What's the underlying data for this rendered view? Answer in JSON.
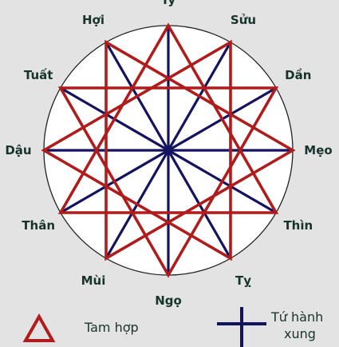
{
  "diagram": {
    "branches": [
      "Tý",
      "Sửu",
      "Dần",
      "Mẹo",
      "Thìn",
      "Tỵ",
      "Ngọ",
      "Mùi",
      "Thân",
      "Dậu",
      "Tuất",
      "Hợi"
    ],
    "tam_hop_groups": [
      [
        "Tý",
        "Thìn",
        "Thân"
      ],
      [
        "Sửu",
        "Tỵ",
        "Dậu"
      ],
      [
        "Dần",
        "Ngọ",
        "Tuất"
      ],
      [
        "Mẹo",
        "Mùi",
        "Hợi"
      ]
    ],
    "tu_hanh_xung_groups": [
      [
        "Tý",
        "Mẹo",
        "Ngọ",
        "Dậu"
      ],
      [
        "Sửu",
        "Thìn",
        "Mùi",
        "Tuất"
      ],
      [
        "Dần",
        "Tỵ",
        "Thân",
        "Hợi"
      ]
    ],
    "colors": {
      "tam_hop": "#b01c1c",
      "tu_hanh_xung": "#13135f",
      "circle_fill": "#ffffff",
      "background": "#e3e3e3",
      "label": "#17342c"
    }
  },
  "legend": {
    "tam_hop_label": "Tam hợp",
    "tu_hanh_xung_line1": "Tứ hành",
    "tu_hanh_xung_line2": "xung"
  }
}
